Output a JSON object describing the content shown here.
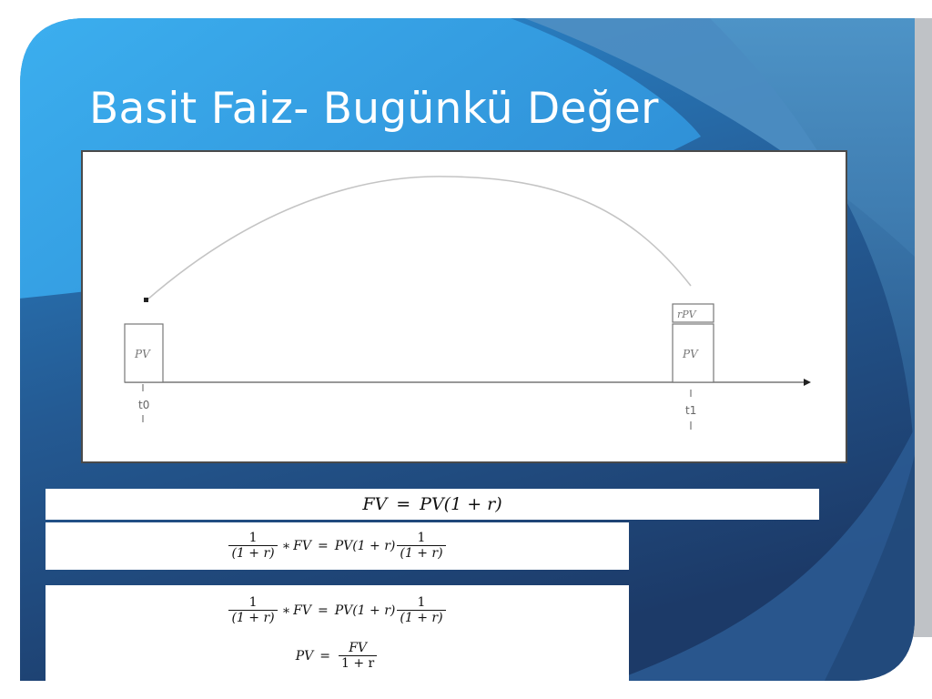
{
  "slide": {
    "title": "Basit Faiz- Bugünkü Değer",
    "colors": {
      "background_dark": "#1d3f73",
      "background_light": "#3aa9ec",
      "frame_gray": "#b9bcc0",
      "title_text": "#ffffff"
    }
  },
  "diagram": {
    "left_box_label": "PV",
    "right_top_label": "rPV",
    "right_box_label": "PV",
    "t0_label": "t0",
    "t1_label": "t1"
  },
  "formulas": {
    "f1": {
      "lhs": "FV",
      "eq": "=",
      "rhs": "PV(1 + r)"
    },
    "f2": {
      "one": "1",
      "den": "(1 + r)",
      "star": "∗",
      "fv": "FV",
      "eq": "=",
      "pv": "PV(1 + r)"
    },
    "f3": {
      "one": "1",
      "den": "(1 + r)",
      "star": "∗",
      "fv": "FV",
      "eq": "=",
      "pv": "PV(1 + r)",
      "pv_lhs": "PV",
      "num2": "FV",
      "den2": "1 + r"
    }
  }
}
